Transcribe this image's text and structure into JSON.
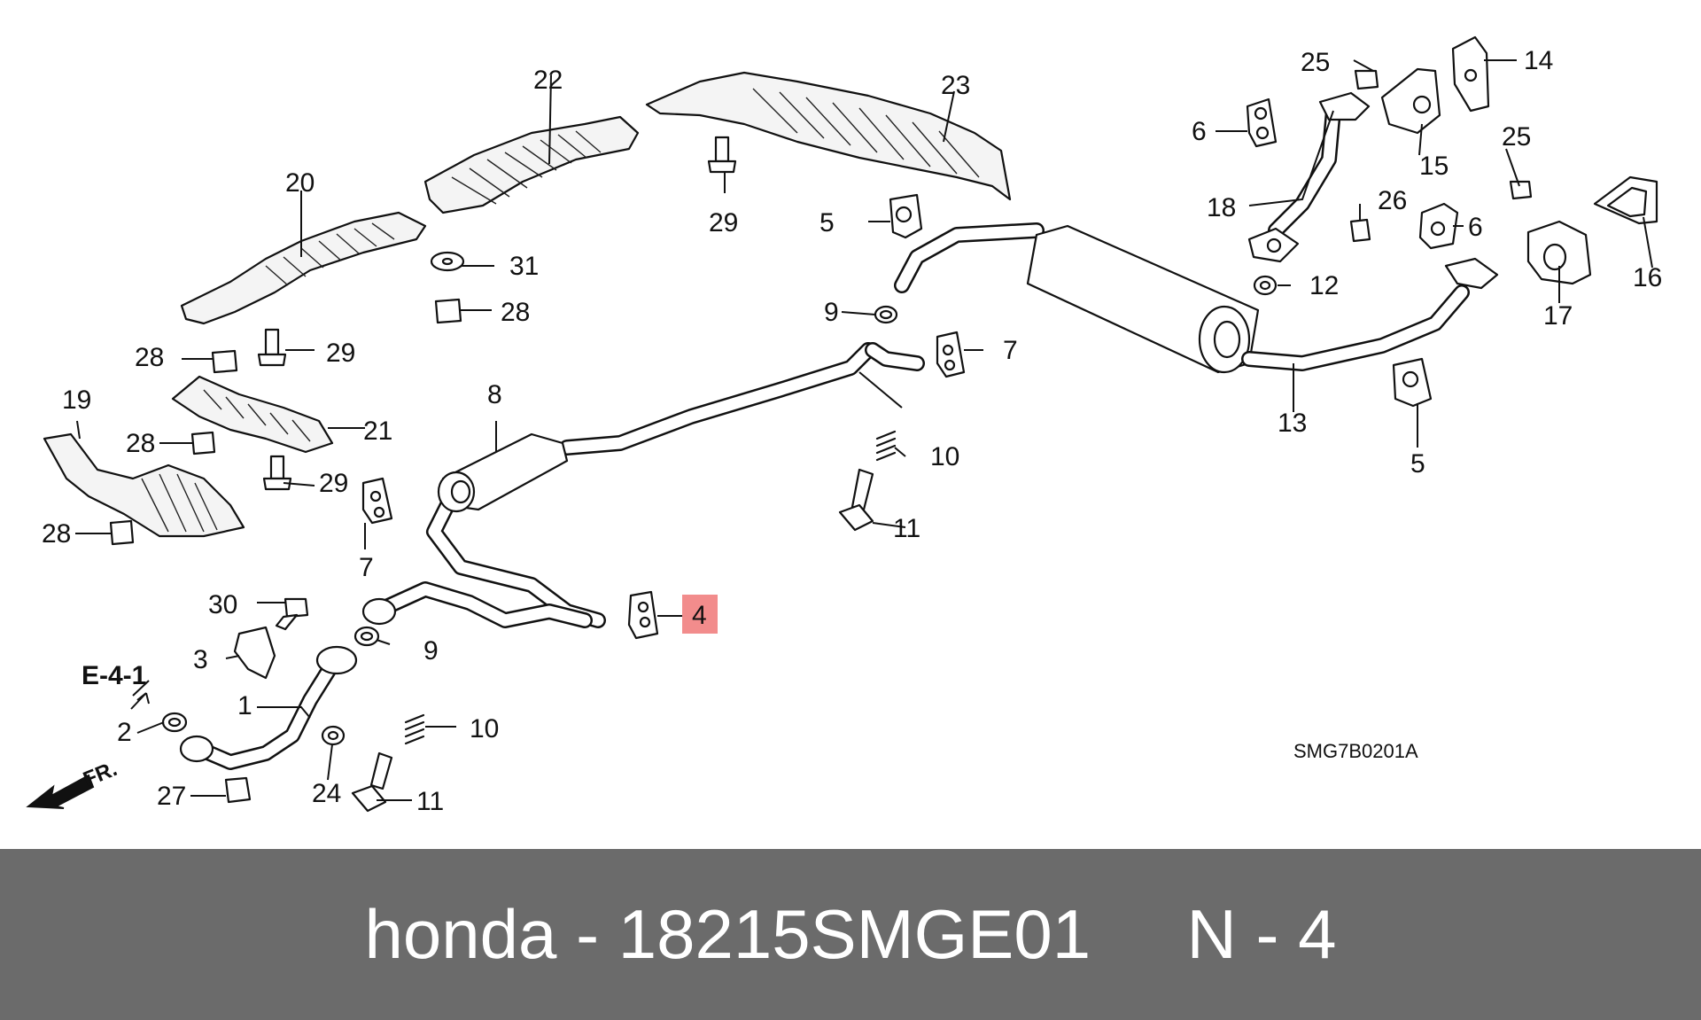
{
  "diagram": {
    "highlight_color": "#f28c8c",
    "footer_bg": "#6b6b6b",
    "code": "SMG7B0201A",
    "reference": "E-4-1",
    "front_marker": "FR.",
    "callouts": [
      {
        "id": "c1",
        "label": "1"
      },
      {
        "id": "c2",
        "label": "2"
      },
      {
        "id": "c3",
        "label": "3"
      },
      {
        "id": "c4",
        "label": "4"
      },
      {
        "id": "c5a",
        "label": "5"
      },
      {
        "id": "c5b",
        "label": "5"
      },
      {
        "id": "c6a",
        "label": "6"
      },
      {
        "id": "c6b",
        "label": "6"
      },
      {
        "id": "c7a",
        "label": "7"
      },
      {
        "id": "c7b",
        "label": "7"
      },
      {
        "id": "c8",
        "label": "8"
      },
      {
        "id": "c9a",
        "label": "9"
      },
      {
        "id": "c9b",
        "label": "9"
      },
      {
        "id": "c10a",
        "label": "10"
      },
      {
        "id": "c10b",
        "label": "10"
      },
      {
        "id": "c11a",
        "label": "11"
      },
      {
        "id": "c11b",
        "label": "11"
      },
      {
        "id": "c12",
        "label": "12"
      },
      {
        "id": "c13",
        "label": "13"
      },
      {
        "id": "c14",
        "label": "14"
      },
      {
        "id": "c15",
        "label": "15"
      },
      {
        "id": "c16",
        "label": "16"
      },
      {
        "id": "c17",
        "label": "17"
      },
      {
        "id": "c18",
        "label": "18"
      },
      {
        "id": "c19",
        "label": "19"
      },
      {
        "id": "c20",
        "label": "20"
      },
      {
        "id": "c21",
        "label": "21"
      },
      {
        "id": "c22",
        "label": "22"
      },
      {
        "id": "c23",
        "label": "23"
      },
      {
        "id": "c24",
        "label": "24"
      },
      {
        "id": "c25a",
        "label": "25"
      },
      {
        "id": "c25b",
        "label": "25"
      },
      {
        "id": "c26",
        "label": "26"
      },
      {
        "id": "c27",
        "label": "27"
      },
      {
        "id": "c28a",
        "label": "28"
      },
      {
        "id": "c28b",
        "label": "28"
      },
      {
        "id": "c28c",
        "label": "28"
      },
      {
        "id": "c28d",
        "label": "28"
      },
      {
        "id": "c29a",
        "label": "29"
      },
      {
        "id": "c29b",
        "label": "29"
      },
      {
        "id": "c29c",
        "label": "29"
      },
      {
        "id": "c30",
        "label": "30"
      },
      {
        "id": "c31",
        "label": "31"
      }
    ]
  },
  "footer": {
    "text": "honda - 18215SMGE01     N - 4"
  }
}
